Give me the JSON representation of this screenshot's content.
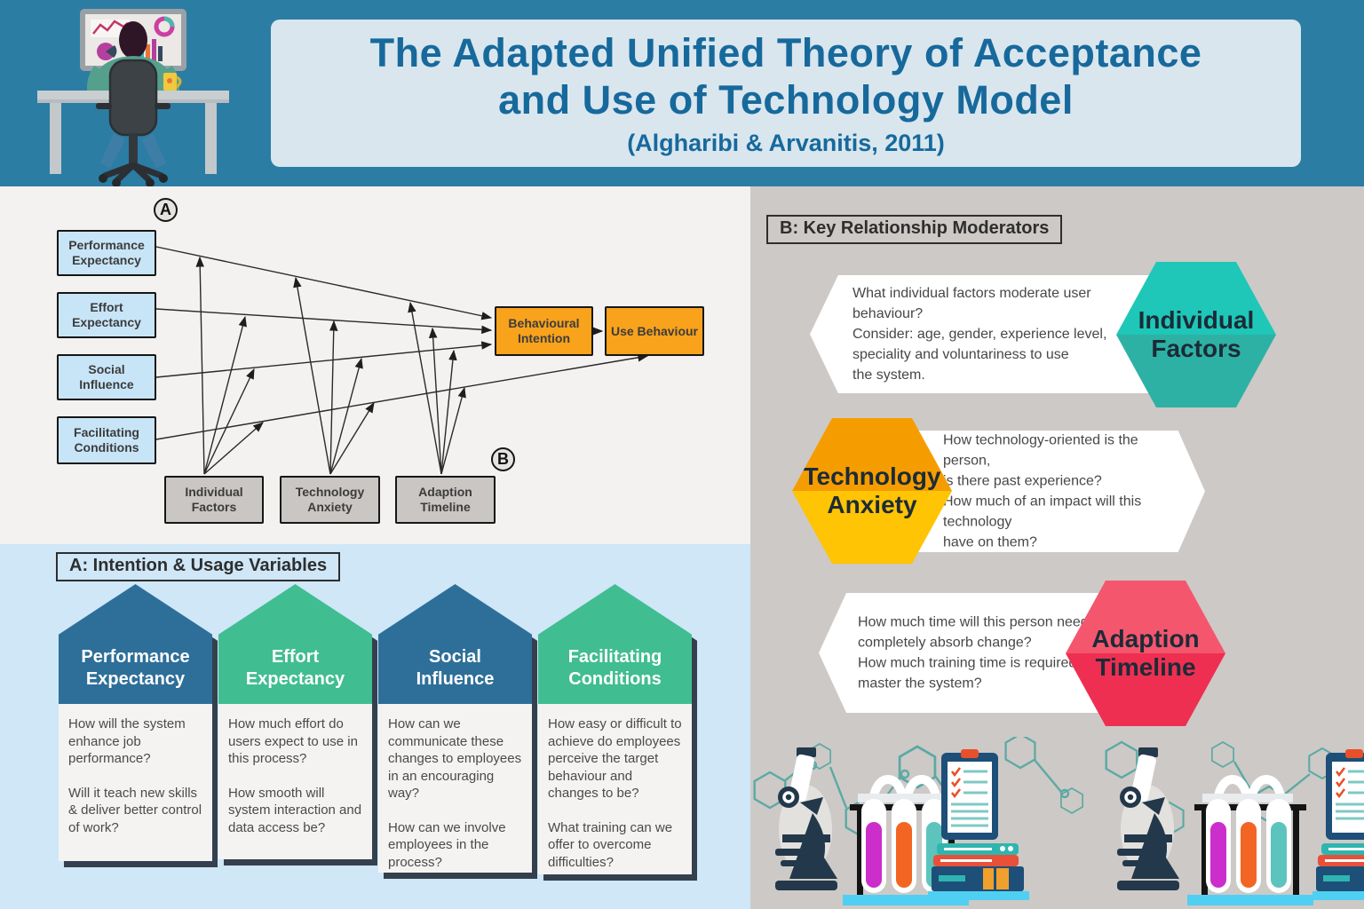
{
  "header": {
    "title": "The Adapted Unified Theory of Acceptance\nand Use of Technology Model",
    "subtitle": "(Algharibi & Arvanitis, 2011)"
  },
  "model_diagram": {
    "section_label_a": "A",
    "section_label_b": "B",
    "predictor_boxes": [
      {
        "label": "Performance\nExpectancy"
      },
      {
        "label": "Effort\nExpectancy"
      },
      {
        "label": "Social\nInfluence"
      },
      {
        "label": "Facilitating\nConditions"
      }
    ],
    "outcome_boxes": [
      {
        "label": "Behavioural\nIntention"
      },
      {
        "label": "Use Behaviour"
      }
    ],
    "moderator_boxes": [
      {
        "label": "Individual\nFactors"
      },
      {
        "label": "Technology\nAnxiety"
      },
      {
        "label": "Adaption\nTimeline"
      }
    ]
  },
  "intention_usage_section": {
    "heading": "A: Intention & Usage Variables",
    "columns": [
      {
        "title": "Performance\nExpectancy",
        "color": "#2e6f99",
        "paragraphs": [
          "How will the system enhance job performance?",
          "Will it teach new skills & deliver better control of work?"
        ]
      },
      {
        "title": "Effort\nExpectancy",
        "color": "#41bd92",
        "paragraphs": [
          "How much effort do users expect to use in this process?",
          "How smooth will system interaction and data access be?"
        ]
      },
      {
        "title": "Social\nInfluence",
        "color": "#2e6f99",
        "paragraphs": [
          "How can we communicate these changes to employees in an encouraging way?",
          "How can we involve employees in the process?"
        ]
      },
      {
        "title": "Facilitating\nConditions",
        "color": "#41bd92",
        "paragraphs": [
          "How easy or difficult to achieve do employees perceive the target behaviour and changes to be?",
          "What training can we offer to overcome difficulties?"
        ]
      }
    ]
  },
  "moderators_section": {
    "heading": "B: Key Relationship Moderators",
    "items": [
      {
        "name": "Individual\nFactors",
        "question": "What individual factors moderate user\nbehaviour?\nConsider: age, gender, experience level,\nspeciality and voluntariness to use\nthe system.",
        "color_top": "#1ec7b8",
        "color_bottom": "#2eb1a5"
      },
      {
        "name": "Technology\nAnxiety",
        "question": "How technology-oriented is the person,\nis there past experience?\nHow much of an impact will this technology\nhave on them?",
        "color_top": "#f59d00",
        "color_bottom": "#ffc404"
      },
      {
        "name": "Adaption\nTimeline",
        "question": "How much time will this person need to\ncompletely absorb change?\nHow much training time is required to\nmaster the system?",
        "color_top": "#f4566e",
        "color_bottom": "#ee2f52"
      }
    ]
  },
  "palette": {
    "header_background": "#2b7da4",
    "title_text": "#17699c",
    "model_panel_background": "#f3f2f0",
    "variables_panel_background": "#cfe7f7",
    "moderators_panel_background": "#cdc9c6",
    "predictor_box_fill": "#c8e5f8",
    "outcome_box_fill": "#f9a21b",
    "moderator_box_fill": "#c9c6c3"
  },
  "illustrations": {
    "header_left": "person-working-at-computer",
    "moderators_footer": "laboratory-equipment-with-molecules"
  }
}
